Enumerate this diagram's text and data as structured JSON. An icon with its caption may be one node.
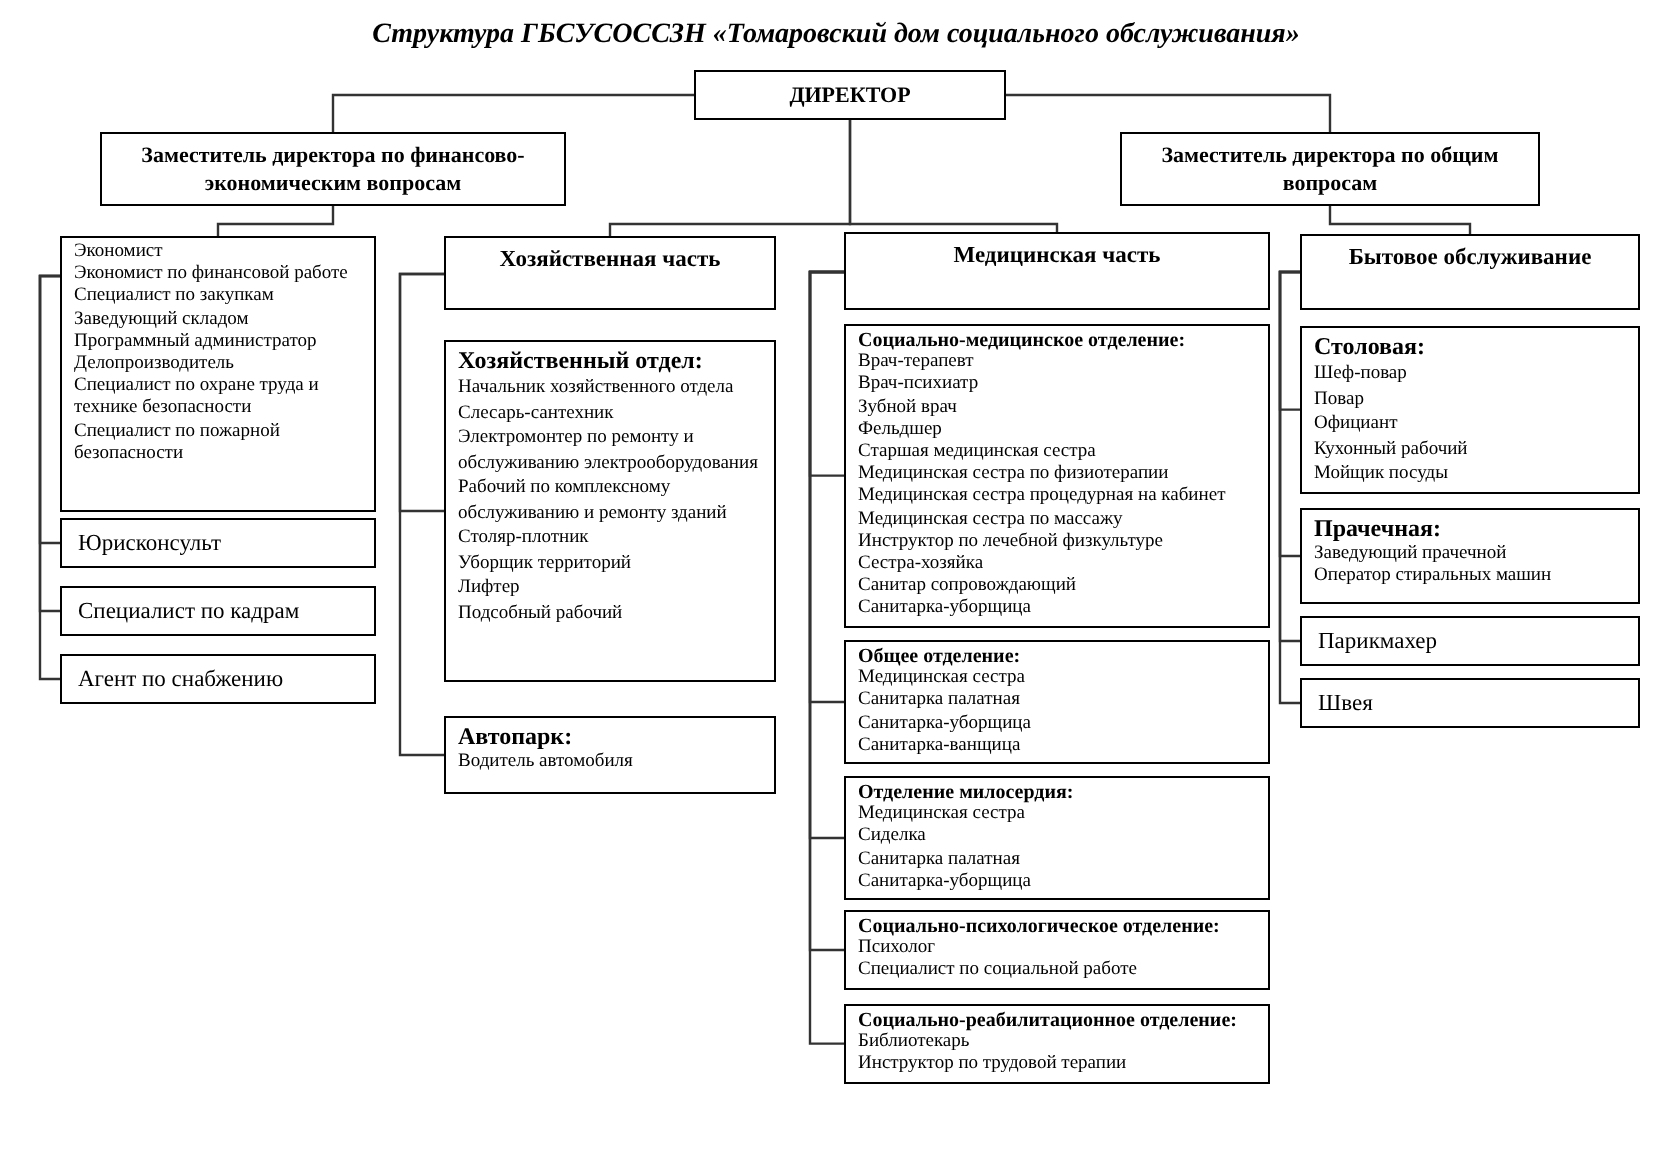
{
  "diagram": {
    "title": "Структура ГБСУСОССЗН «Томаровский дом социального обслуживания»",
    "nodes": [
      {
        "text": [
          "ДИРЕКТОР"
        ]
      },
      {
        "text": [
          "Заместитель директора по финансово-экономическим вопросам"
        ]
      },
      {
        "text": [
          "Заместитель директора по общим вопросам"
        ]
      },
      {
        "text": [
          "Экономист",
          "Экономист по финансовой работе",
          "Специалист по закупкам",
          "Заведующий складом",
          "Программный администратор",
          "Делопроизводитель",
          "Специалист по охране труда и технике безопасности",
          "Специалист по пожарной безопасности"
        ]
      },
      {
        "text": [
          "Юрисконсульт"
        ]
      },
      {
        "text": [
          "Специалист по кадрам"
        ]
      },
      {
        "text": [
          "Агент по снабжению"
        ]
      },
      {
        "text": [
          "Хозяйственная часть"
        ]
      },
      {
        "text": [
          "Хозяйственный отдел:",
          "Начальник хозяйственного отдела",
          "Слесарь-сантехник",
          "Электромонтер по ремонту и обслуживанию электрооборудования",
          "Рабочий по комплексному обслуживанию и ремонту зданий",
          "Столяр-плотник",
          "Уборщик территорий",
          "Лифтер",
          "Подсобный рабочий"
        ]
      },
      {
        "text": [
          "Автопарк:",
          "Водитель автомобиля"
        ]
      },
      {
        "text": [
          "Медицинская часть"
        ]
      },
      {
        "text": [
          "Социально-медицинское отделение:",
          "Врач-терапевт",
          "Врач-психиатр",
          "Зубной врач",
          "Фельдшер",
          "Старшая медицинская сестра",
          "Медицинская сестра по физиотерапии",
          "Медицинская сестра процедурная на кабинет",
          "Медицинская сестра по массажу",
          "Инструктор по лечебной физкультуре",
          "Сестра-хозяйка",
          "Санитар сопровождающий",
          "Санитарка-уборщица"
        ]
      },
      {
        "text": [
          "Общее отделение:",
          "Медицинская сестра",
          "Санитарка палатная",
          "Санитарка-уборщица",
          "Санитарка-ванщица"
        ]
      },
      {
        "text": [
          "Отделение милосердия:",
          "Медицинская сестра",
          "Сиделка",
          "Санитарка палатная",
          "Санитарка-уборщица"
        ]
      },
      {
        "text": [
          "Социально-психологическое отделение:",
          "Психолог",
          "Специалист по социальной работе"
        ]
      },
      {
        "text": [
          "Социально-реабилитационное отделение:",
          "Библиотекарь",
          "Инструктор по трудовой терапии"
        ]
      },
      {
        "text": [
          "Бытовое обслуживание"
        ]
      },
      {
        "text": [
          "Столовая:",
          "Шеф-повар",
          "Повар",
          "Официант",
          "Кухонный рабочий",
          "Мойщик посуды"
        ]
      },
      {
        "text": [
          "Прачечная:",
          "Заведующий прачечной",
          "Оператор стиральных машин"
        ]
      },
      {
        "text": [
          "Парикмахер"
        ]
      },
      {
        "text": [
          "Швея"
        ]
      }
    ],
    "edges": [
      {
        "from": 0,
        "to": 1,
        "arrow": "none"
      },
      {
        "from": 0,
        "to": 2,
        "arrow": "none"
      },
      {
        "from": 1,
        "to": 3,
        "arrow": "none"
      },
      {
        "from": 3,
        "to": 4,
        "arrow": "none"
      },
      {
        "from": 3,
        "to": 5,
        "arrow": "none"
      },
      {
        "from": 3,
        "to": 6,
        "arrow": "none"
      },
      {
        "from": 0,
        "to": 7,
        "arrow": "none"
      },
      {
        "from": 7,
        "to": 8,
        "arrow": "none"
      },
      {
        "from": 7,
        "to": 9,
        "arrow": "none"
      },
      {
        "from": 0,
        "to": 10,
        "arrow": "none"
      },
      {
        "from": 10,
        "to": 11,
        "arrow": "none"
      },
      {
        "from": 10,
        "to": 12,
        "arrow": "none"
      },
      {
        "from": 10,
        "to": 13,
        "arrow": "none"
      },
      {
        "from": 10,
        "to": 14,
        "arrow": "none"
      },
      {
        "from": 10,
        "to": 15,
        "arrow": "none"
      },
      {
        "from": 2,
        "to": 16,
        "arrow": "none"
      },
      {
        "from": 16,
        "to": 17,
        "arrow": "none"
      },
      {
        "from": 16,
        "to": 18,
        "arrow": "none"
      },
      {
        "from": 16,
        "to": 19,
        "arrow": "none"
      },
      {
        "from": 16,
        "to": 20,
        "arrow": "none"
      }
    ]
  }
}
